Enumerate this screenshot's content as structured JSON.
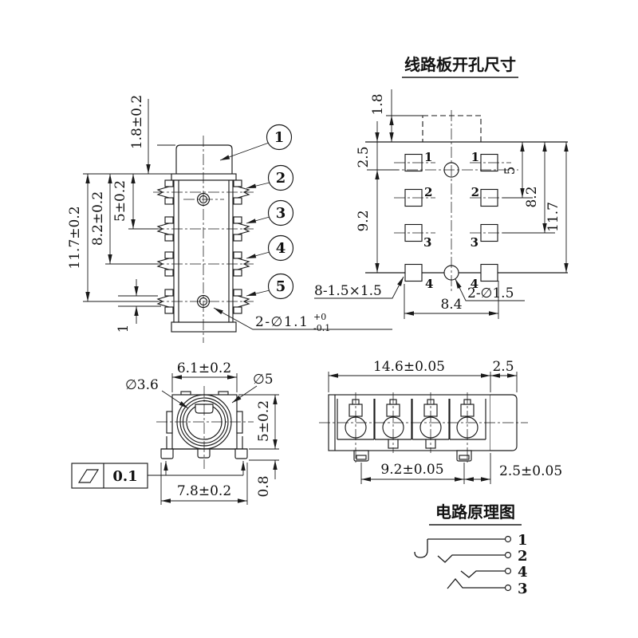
{
  "colors": {
    "ink": "#1a1a1a",
    "background": "#ffffff"
  },
  "titles": {
    "pcb_view": "线路板开孔尺寸",
    "circuit_view": "电路原理图"
  },
  "top_view": {
    "balloons": [
      "1",
      "2",
      "3",
      "4",
      "5"
    ],
    "dim_cap_height": "1.8±0.2",
    "dim_pin2": "5±0.2",
    "dim_pin3": "8.2±0.2",
    "dim_overall": "11.7±0.2",
    "dim_pin_width": "1",
    "label_holes": "2-∅1.1",
    "label_holes_tol_upper": "+0",
    "label_holes_tol_lower": "-0.1"
  },
  "pcb_view": {
    "dim_tab": "1.8",
    "dim_top_to_hole": "2.5",
    "dim_hole_span": "9.2",
    "dim_pad2": "5",
    "dim_pad3": "8.2",
    "dim_overall": "11.7",
    "dim_pad_span": "8.4",
    "label_pads": "8-1.5×1.5",
    "label_holes": "2-∅1.5",
    "pad_numbers_left": [
      "1",
      "2",
      "3",
      "4"
    ],
    "pad_numbers_right": [
      "1",
      "2",
      "3",
      "4"
    ]
  },
  "front_view": {
    "dim_width": "6.1±0.2",
    "dim_hole": "∅3.6",
    "dim_barrel": "∅5",
    "dim_height": "5±0.2",
    "dim_feet_span": "7.8±0.2",
    "dim_foot_height": "0.8",
    "gdt_symbol": "flatness-parallelogram",
    "gdt_value": "0.1"
  },
  "side_view": {
    "dim_length": "14.6±0.05",
    "dim_barrel": "2.5",
    "dim_feet_span": "9.2±0.05",
    "dim_feet_to_end": "2.5±0.05"
  },
  "circuit_view": {
    "pin_labels": [
      "1",
      "2",
      "4",
      "3"
    ]
  }
}
